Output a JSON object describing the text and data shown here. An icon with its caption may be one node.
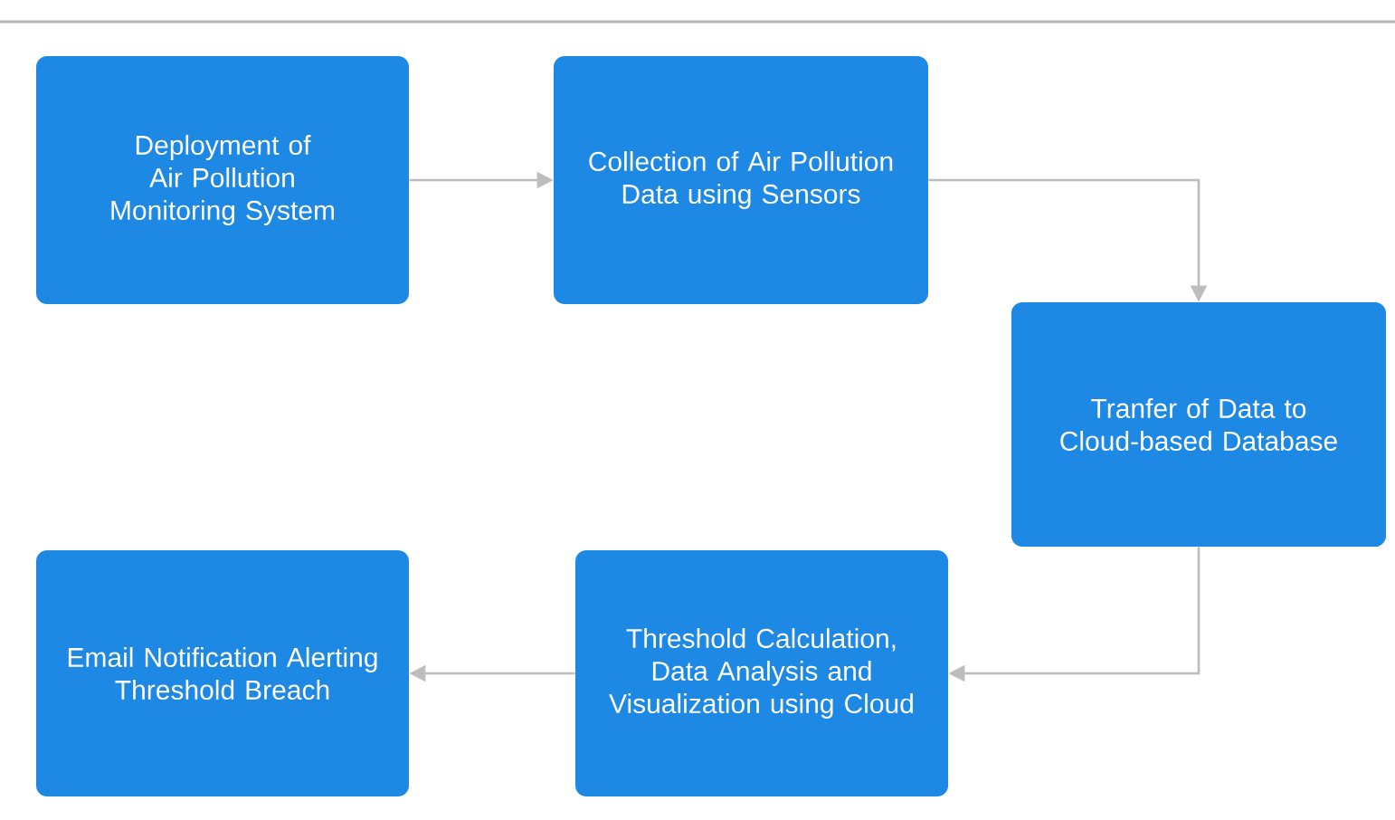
{
  "diagram": {
    "nodes": [
      {
        "text": [
          "Deployment of Air Pollution Monitoring System"
        ]
      },
      {
        "text": [
          "Collection of Air Pollution Data using Sensors"
        ]
      },
      {
        "text": [
          "Tranfer of Data to Cloud-based Database"
        ]
      },
      {
        "text": [
          "Threshold Calculation, Data Analysis and Visualization using Cloud"
        ]
      },
      {
        "text": [
          "Email Notification Alerting Threshold Breach"
        ]
      }
    ],
    "edges": [
      {
        "from": 0,
        "to": 1,
        "arrow": "to"
      },
      {
        "from": 1,
        "to": 2,
        "arrow": "to"
      },
      {
        "from": 2,
        "to": 3,
        "arrow": "to"
      },
      {
        "from": 3,
        "to": 4,
        "arrow": "to"
      }
    ]
  }
}
